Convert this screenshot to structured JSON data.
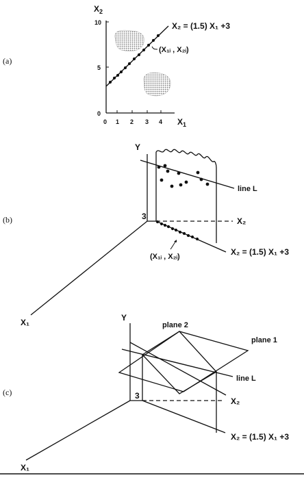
{
  "panels": {
    "a": {
      "label": "(a)",
      "x_axis_label": "X",
      "x_axis_sub": "1",
      "y_axis_label": "X",
      "y_axis_sub": "2",
      "x_ticks": [
        "0",
        "1",
        "2",
        "3",
        "4"
      ],
      "y_ticks": [
        "0",
        "5",
        "10"
      ],
      "equation": "X₂ = (1.5) X₁ +3",
      "point_label": "(X₁ᵢ , X₂ᵢ)"
    },
    "b": {
      "label": "(b)",
      "y_axis_label": "Y",
      "x1_label": "X₁",
      "x2_label": "X₂",
      "origin_value": "3",
      "line_label": "line L",
      "point_label": "(X₁ᵢ , X₂ᵢ)",
      "equation": "X₂ = (1.5) X₁ +3"
    },
    "c": {
      "label": "(c)",
      "y_axis_label": "Y",
      "x1_label": "X₁",
      "x2_label": "X₂",
      "origin_value": "3",
      "plane1_label": "plane 1",
      "plane2_label": "plane 2",
      "line_label": "line L",
      "equation": "X₂ = (1.5) X₁ +3"
    }
  },
  "colors": {
    "ink": "#111111",
    "shade": "#9a9a9a"
  }
}
